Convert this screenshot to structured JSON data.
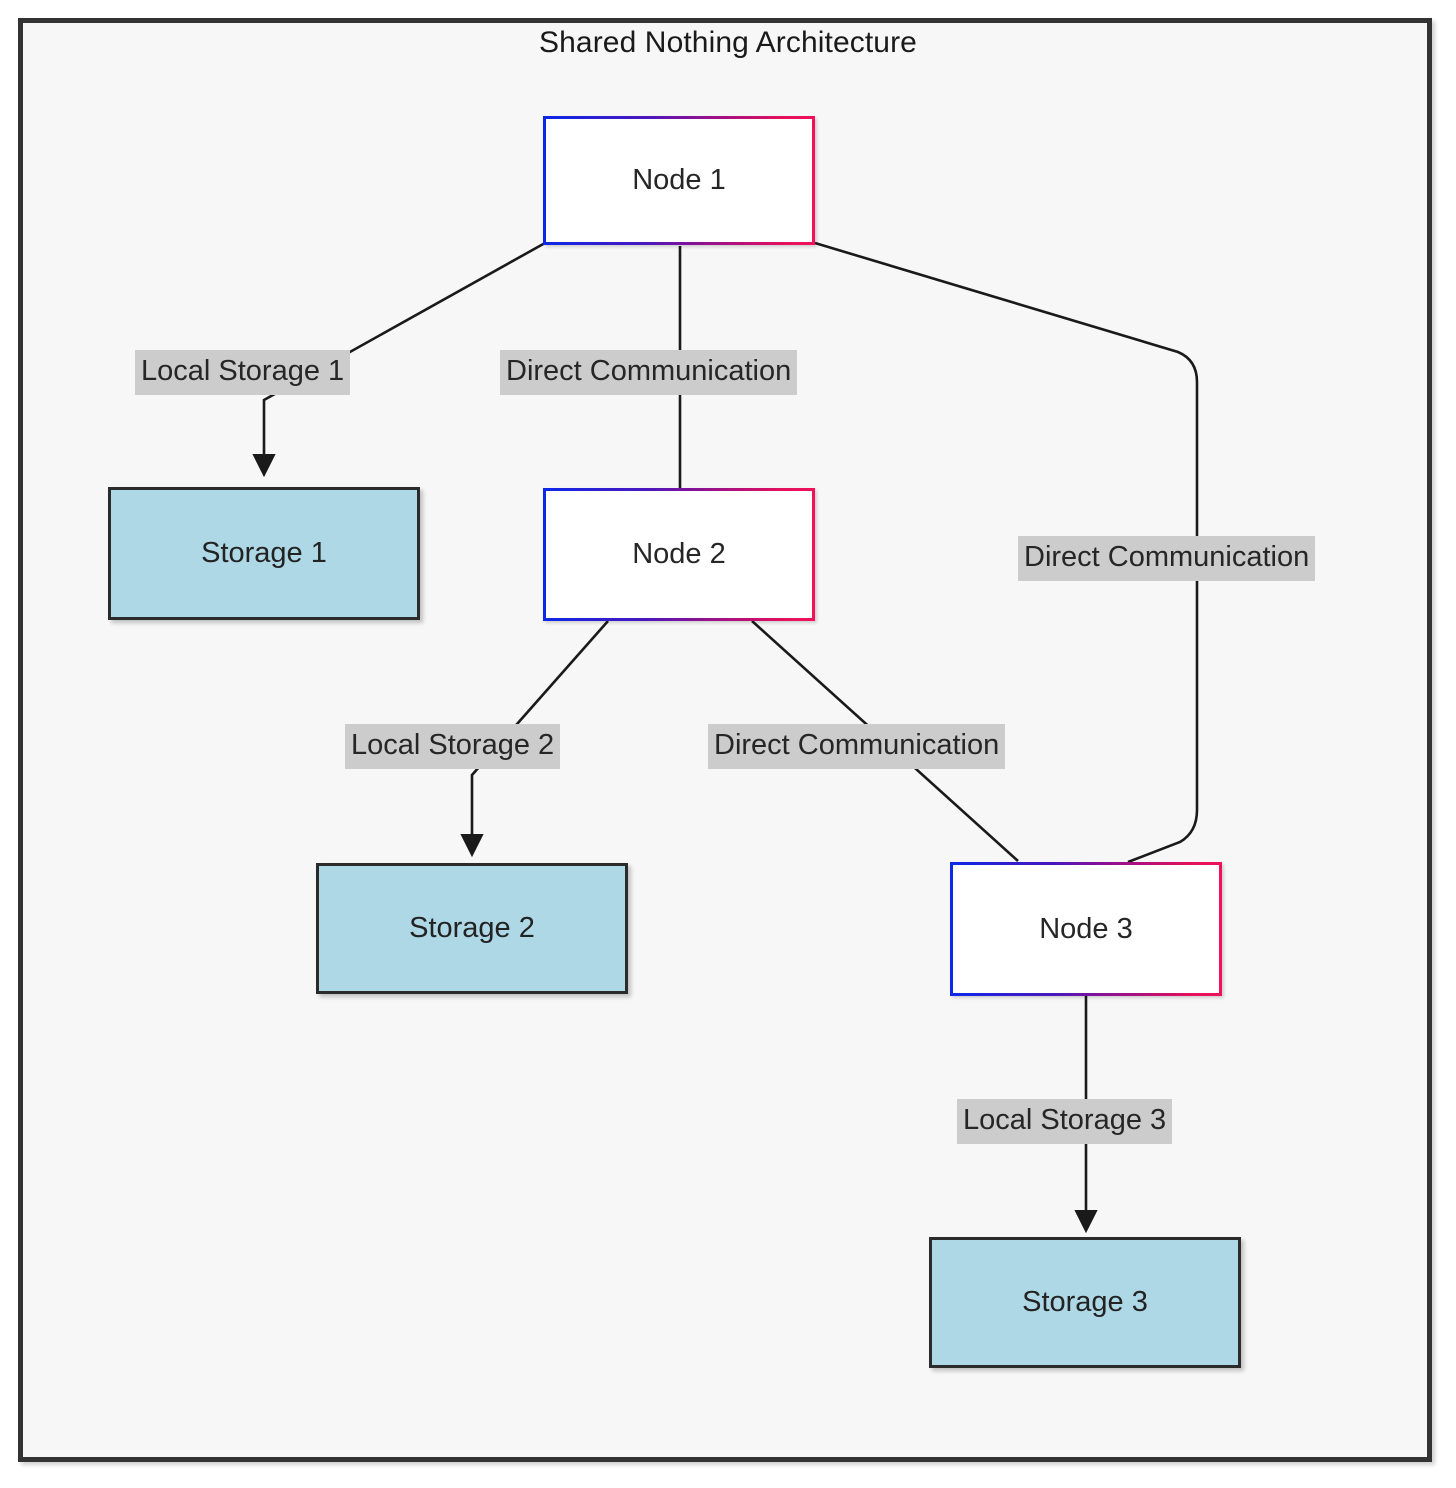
{
  "diagram": {
    "title": "Shared Nothing Architecture",
    "type": "flowchart",
    "background_color": "#f7f7f7",
    "frame_color": "#333333",
    "node_fill_color": "#ffffff",
    "node_border_gradient": [
      "#0b28e8",
      "#f2105a"
    ],
    "storage_fill_color": "#aed8e6",
    "storage_border_color": "#2b2b2b",
    "edge_label_background": "#cccccc",
    "edge_color": "#1a1a1a"
  },
  "nodes": [
    {
      "id": "node1",
      "label": "Node 1",
      "kind": "node"
    },
    {
      "id": "node2",
      "label": "Node 2",
      "kind": "node"
    },
    {
      "id": "node3",
      "label": "Node 3",
      "kind": "node"
    },
    {
      "id": "storage1",
      "label": "Storage 1",
      "kind": "storage"
    },
    {
      "id": "storage2",
      "label": "Storage 2",
      "kind": "storage"
    },
    {
      "id": "storage3",
      "label": "Storage 3",
      "kind": "storage"
    }
  ],
  "edges": [
    {
      "id": "e1",
      "from": "node1",
      "to": "storage1",
      "label": "Local Storage 1",
      "arrow": true
    },
    {
      "id": "e2",
      "from": "node1",
      "to": "node2",
      "label": "Direct Communication",
      "arrow": false
    },
    {
      "id": "e3",
      "from": "node1",
      "to": "node3",
      "label": "Direct Communication",
      "arrow": false
    },
    {
      "id": "e4",
      "from": "node2",
      "to": "storage2",
      "label": "Local Storage 2",
      "arrow": true
    },
    {
      "id": "e5",
      "from": "node2",
      "to": "node3",
      "label": "Direct Communication",
      "arrow": false
    },
    {
      "id": "e6",
      "from": "node3",
      "to": "storage3",
      "label": "Local Storage 3",
      "arrow": true
    }
  ]
}
